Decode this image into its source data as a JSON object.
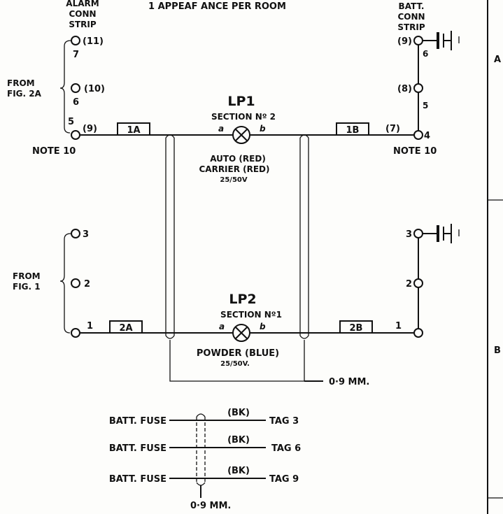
{
  "header": {
    "title": "1 APPEAF ANCE PER ROOM",
    "alarm_strip": [
      "ALARM",
      "CONN",
      "STRIP"
    ],
    "batt_strip": [
      "BATT.",
      "CONN",
      "STRIP"
    ]
  },
  "border": {
    "zone_a": "A",
    "zone_b": "B"
  },
  "circuit1": {
    "from_label": [
      "FROM",
      "FIG. 2A"
    ],
    "left_terminals": {
      "t11": "(11)",
      "t7": "7",
      "t10": "(10)",
      "t6": "6",
      "t5": "5",
      "t9": "(9)"
    },
    "left_note": "NOTE 10",
    "right_terminals": {
      "t9": "(9)",
      "t6": "6",
      "t8": "(8)",
      "t5": "5",
      "t7": "(7)",
      "t4": "4"
    },
    "right_note": "NOTE 10",
    "box_left": "1A",
    "box_right": "1B",
    "lamp": {
      "name": "LP1",
      "section": "SECTION Nº 2",
      "pin_a": "a",
      "pin_b": "b",
      "desc1": "AUTO (RED)",
      "desc2": "CARRIER (RED)",
      "rating": "25/50V"
    }
  },
  "circuit2": {
    "from_label": [
      "FROM",
      "FIG. 1"
    ],
    "left_terminals": {
      "t3": "3",
      "t2": "2",
      "t1": "1"
    },
    "right_terminals": {
      "t3": "3",
      "t2": "2",
      "t1": "1"
    },
    "box_left": "2A",
    "box_right": "2B",
    "lamp": {
      "name": "LP2",
      "section": "SECTION Nº1",
      "pin_a": "a",
      "pin_b": "b",
      "desc1": "POWDER (BLUE)",
      "rating": "25/50V."
    },
    "cable": "0·9 MM."
  },
  "fuses": {
    "rows": [
      {
        "label": "BATT. FUSE",
        "wire": "(BK)",
        "tag": "TAG 3"
      },
      {
        "label": "BATT. FUSE",
        "wire": "(BK)",
        "tag": "TAG 6"
      },
      {
        "label": "BATT. FUSE",
        "wire": "(BK)",
        "tag": "TAG 9"
      }
    ],
    "cable": "0·9 MM."
  }
}
